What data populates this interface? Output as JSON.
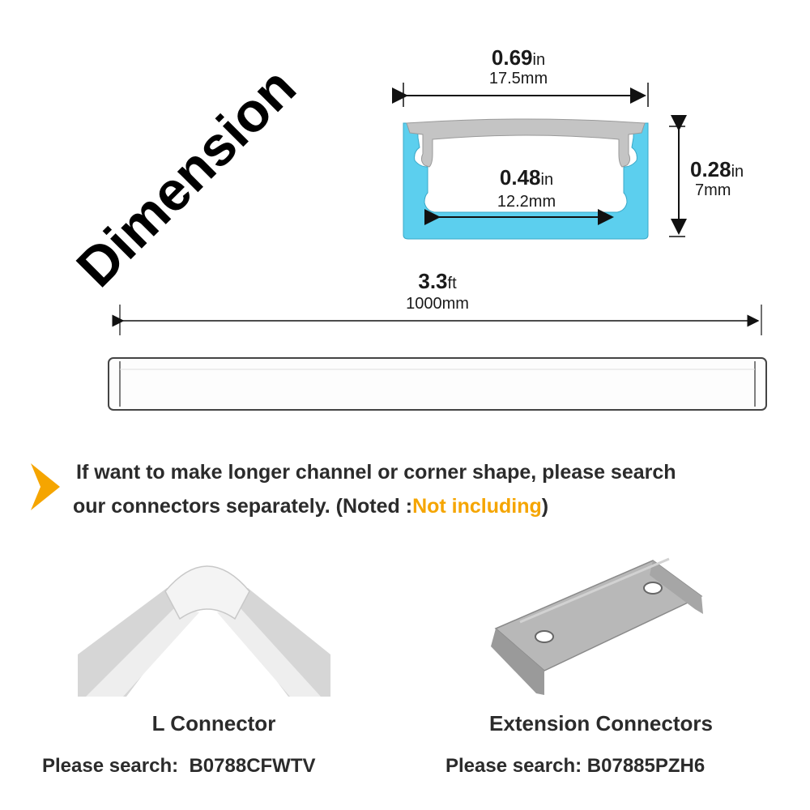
{
  "title": "Dimension",
  "width_dim": {
    "value": "0.69",
    "unit": "in",
    "mm": "17.5mm"
  },
  "inner_dim": {
    "value": "0.48",
    "unit": "in",
    "mm": "12.2mm"
  },
  "height_dim": {
    "value": "0.28",
    "unit": "in",
    "mm": "7mm"
  },
  "length_dim": {
    "value": "3.3",
    "unit": "ft",
    "mm": "1000mm"
  },
  "note": {
    "line1": "If want to make longer channel or corner shape, please search",
    "line2_prefix": "our connectors separately. (Noted :",
    "line2_highlight": "Not including",
    "line2_suffix": ")",
    "highlight_color": "#f5a500"
  },
  "connectors": [
    {
      "name": "L Connector",
      "search_label": "Please search:",
      "code": "B0788CFWTV"
    },
    {
      "name": "Extension Connectors",
      "search_label": "Please search:",
      "code": "B07885PZH6"
    }
  ],
  "colors": {
    "channel": "#5ccfee",
    "diffuser": "#c4c4c4",
    "arrow": "#f5a500"
  }
}
